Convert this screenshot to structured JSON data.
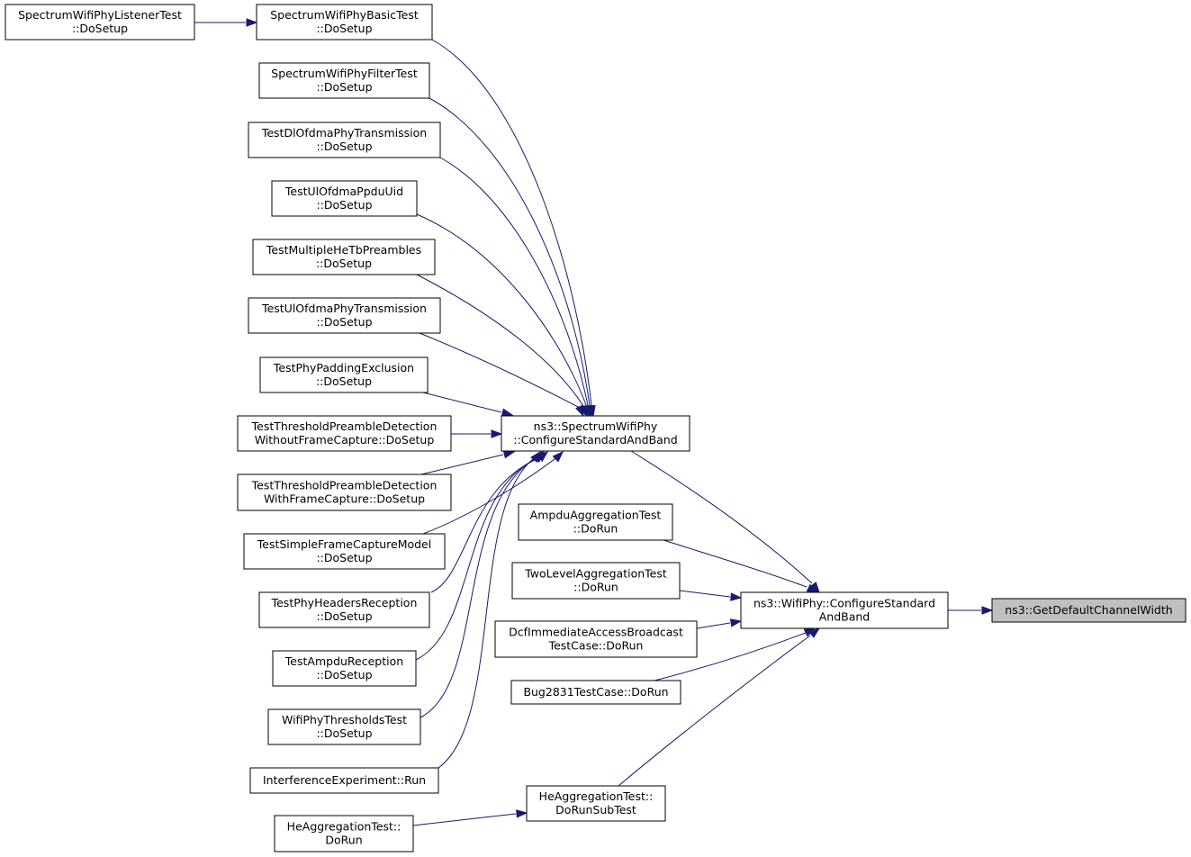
{
  "graph": {
    "colors": {
      "edge": "#191970",
      "focus_fill": "#bfbfbf",
      "node_fill": "#ffffff",
      "node_border": "#000000"
    },
    "nodes": [
      {
        "id": "n1",
        "lines": [
          "SpectrumWifiPhyListenerTest",
          "::DoSetup"
        ]
      },
      {
        "id": "n2",
        "lines": [
          "SpectrumWifiPhyBasicTest",
          "::DoSetup"
        ]
      },
      {
        "id": "n3",
        "lines": [
          "SpectrumWifiPhyFilterTest",
          "::DoSetup"
        ]
      },
      {
        "id": "n4",
        "lines": [
          "TestDlOfdmaPhyTransmission",
          "::DoSetup"
        ]
      },
      {
        "id": "n5",
        "lines": [
          "TestUlOfdmaPpduUid",
          "::DoSetup"
        ]
      },
      {
        "id": "n6",
        "lines": [
          "TestMultipleHeTbPreambles",
          "::DoSetup"
        ]
      },
      {
        "id": "n7",
        "lines": [
          "TestUlOfdmaPhyTransmission",
          "::DoSetup"
        ]
      },
      {
        "id": "n8",
        "lines": [
          "TestPhyPaddingExclusion",
          "::DoSetup"
        ]
      },
      {
        "id": "n9",
        "lines": [
          "TestThresholdPreambleDetection",
          "WithoutFrameCapture::DoSetup"
        ]
      },
      {
        "id": "n10",
        "lines": [
          "TestThresholdPreambleDetection",
          "WithFrameCapture::DoSetup"
        ]
      },
      {
        "id": "n11",
        "lines": [
          "TestSimpleFrameCaptureModel",
          "::DoSetup"
        ]
      },
      {
        "id": "n12",
        "lines": [
          "TestPhyHeadersReception",
          "::DoSetup"
        ]
      },
      {
        "id": "n13",
        "lines": [
          "TestAmpduReception",
          "::DoSetup"
        ]
      },
      {
        "id": "n14",
        "lines": [
          "WifiPhyThresholdsTest",
          "::DoSetup"
        ]
      },
      {
        "id": "n15",
        "lines": [
          "InterferenceExperiment::Run"
        ]
      },
      {
        "id": "n16",
        "lines": [
          "HeAggregationTest::",
          "DoRun"
        ]
      },
      {
        "id": "n17",
        "lines": [
          "ns3::SpectrumWifiPhy",
          "::ConfigureStandardAndBand"
        ]
      },
      {
        "id": "n18",
        "lines": [
          "AmpduAggregationTest",
          "::DoRun"
        ]
      },
      {
        "id": "n19",
        "lines": [
          "TwoLevelAggregationTest",
          "::DoRun"
        ]
      },
      {
        "id": "n20",
        "lines": [
          "DcfImmediateAccessBroadcast",
          "TestCase::DoRun"
        ]
      },
      {
        "id": "n21",
        "lines": [
          "Bug2831TestCase::DoRun"
        ]
      },
      {
        "id": "n22",
        "lines": [
          "HeAggregationTest::",
          "DoRunSubTest"
        ]
      },
      {
        "id": "n23",
        "lines": [
          "ns3::WifiPhy::ConfigureStandard",
          "AndBand"
        ]
      },
      {
        "id": "n24",
        "lines": [
          "ns3::GetDefaultChannelWidth"
        ]
      }
    ],
    "edges": [
      {
        "from": "n1",
        "to": "n2"
      },
      {
        "from": "n2",
        "to": "n17"
      },
      {
        "from": "n3",
        "to": "n17"
      },
      {
        "from": "n4",
        "to": "n17"
      },
      {
        "from": "n5",
        "to": "n17"
      },
      {
        "from": "n6",
        "to": "n17"
      },
      {
        "from": "n7",
        "to": "n17"
      },
      {
        "from": "n8",
        "to": "n17"
      },
      {
        "from": "n9",
        "to": "n17"
      },
      {
        "from": "n10",
        "to": "n17"
      },
      {
        "from": "n11",
        "to": "n17"
      },
      {
        "from": "n12",
        "to": "n17"
      },
      {
        "from": "n13",
        "to": "n17"
      },
      {
        "from": "n14",
        "to": "n17"
      },
      {
        "from": "n15",
        "to": "n17"
      },
      {
        "from": "n16",
        "to": "n22"
      },
      {
        "from": "n17",
        "to": "n23"
      },
      {
        "from": "n18",
        "to": "n23"
      },
      {
        "from": "n19",
        "to": "n23"
      },
      {
        "from": "n20",
        "to": "n23"
      },
      {
        "from": "n21",
        "to": "n23"
      },
      {
        "from": "n22",
        "to": "n23"
      },
      {
        "from": "n23",
        "to": "n24"
      }
    ],
    "focus_node": "n24"
  }
}
